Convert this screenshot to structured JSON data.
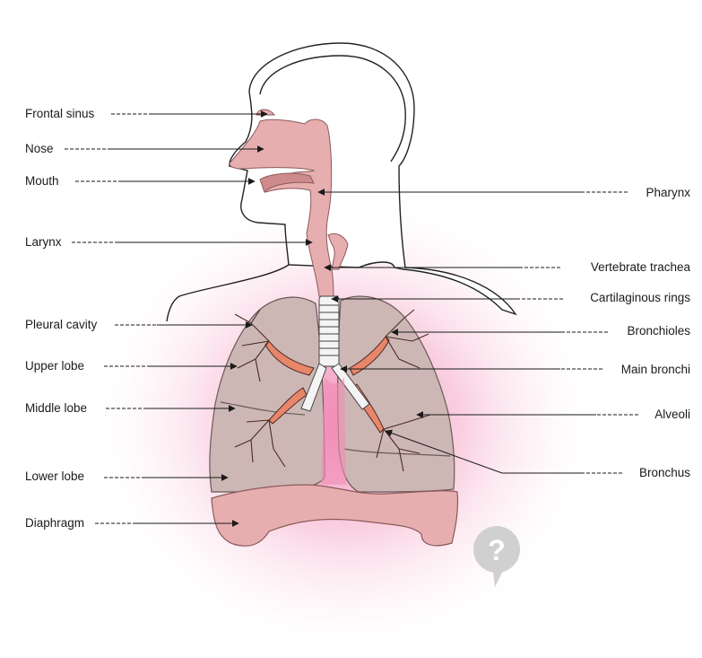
{
  "colors": {
    "background": "#ffffff",
    "glow": "#f2a3c4",
    "tissue": "#e7aeb0",
    "tissue_dark": "#cf8a8c",
    "lung": "#cdb7b5",
    "lung_stroke": "#6a5a58",
    "bronchial_tree": "#e8866a",
    "bronchiole_lines": "#4a2a25",
    "outline": "#222222",
    "logo": "#d0d0d0"
  },
  "logo": {
    "icon": "question-mark-speech-bubble-icon"
  },
  "labels_left": [
    {
      "id": "frontal-sinus",
      "text": "Frontal sinus"
    },
    {
      "id": "nose",
      "text": "Nose"
    },
    {
      "id": "mouth",
      "text": "Mouth"
    },
    {
      "id": "larynx",
      "text": "Larynx"
    },
    {
      "id": "pleural-cavity",
      "text": "Pleural cavity"
    },
    {
      "id": "upper-lobe",
      "text": "Upper lobe"
    },
    {
      "id": "middle-lobe",
      "text": "Middle lobe"
    },
    {
      "id": "lower-lobe",
      "text": "Lower lobe"
    },
    {
      "id": "diaphragm",
      "text": "Diaphragm"
    }
  ],
  "labels_right": [
    {
      "id": "pharynx",
      "text": "Pharynx"
    },
    {
      "id": "vertebrate-trachea",
      "text": "Vertebrate trachea"
    },
    {
      "id": "cartilaginous-rings",
      "text": "Cartilaginous rings"
    },
    {
      "id": "bronchioles",
      "text": "Bronchioles"
    },
    {
      "id": "main-bronchi",
      "text": "Main bronchi"
    },
    {
      "id": "alveoli",
      "text": "Alveoli"
    },
    {
      "id": "bronchus",
      "text": "Bronchus"
    }
  ]
}
